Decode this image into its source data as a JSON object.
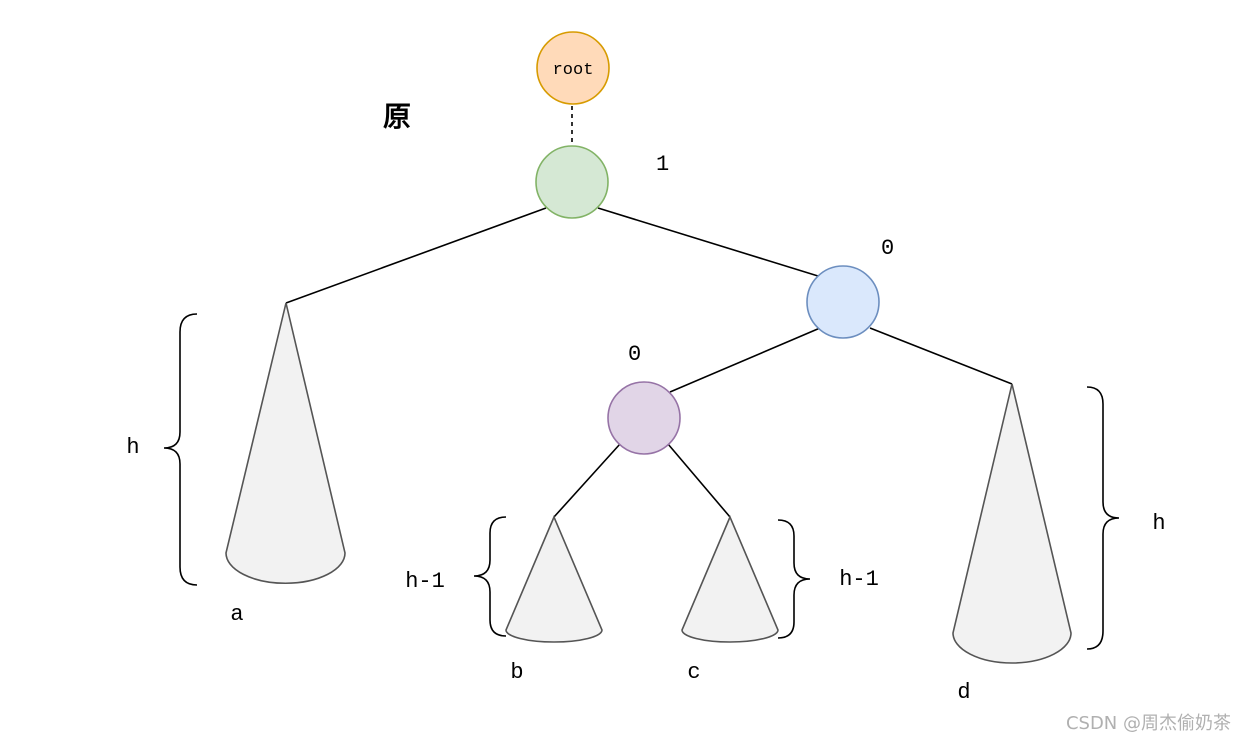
{
  "title": "原",
  "nodes": {
    "root": {
      "label": "root",
      "fill": "#ffdab9",
      "stroke": "#d79b00"
    },
    "n1": {
      "label": "1",
      "fill": "#d5e8d4",
      "stroke": "#82b366"
    },
    "n2": {
      "label": "0",
      "fill": "#dae8fc",
      "stroke": "#6c8ebf"
    },
    "n3": {
      "label": "0",
      "fill": "#e1d5e7",
      "stroke": "#9673a6"
    }
  },
  "subtrees": {
    "a": {
      "name": "a",
      "height": "h"
    },
    "b": {
      "name": "b",
      "height": "h-1"
    },
    "c": {
      "name": "c",
      "height": "h-1"
    },
    "d": {
      "name": "d",
      "height": "h"
    }
  },
  "watermark": "CSDN @周杰偷奶茶"
}
